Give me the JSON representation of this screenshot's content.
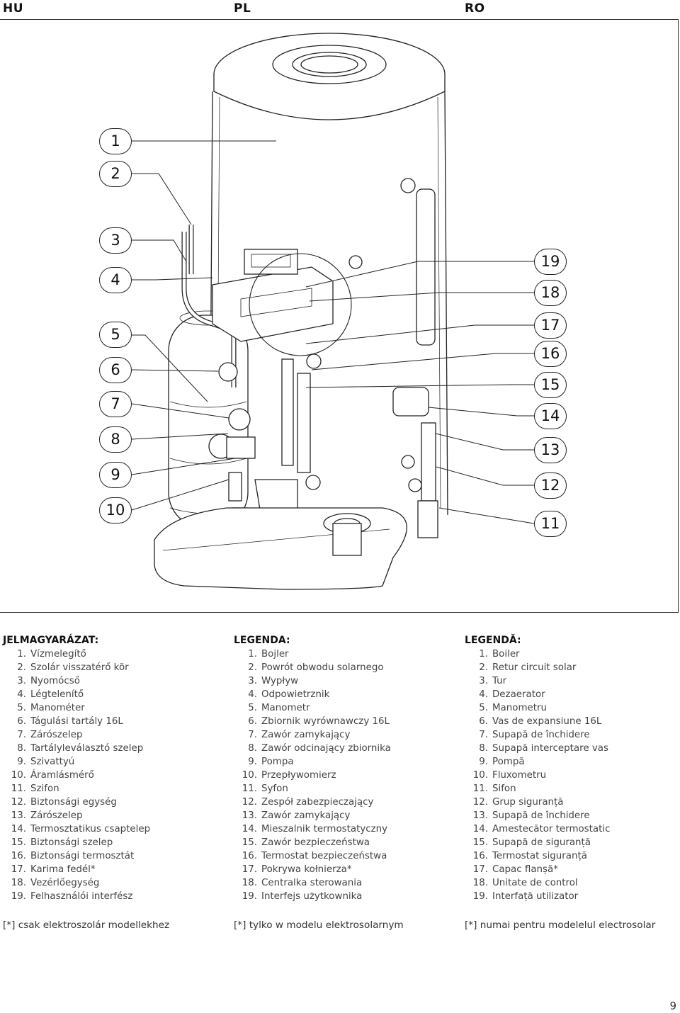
{
  "header": {
    "languages": [
      "HU",
      "PL",
      "RO"
    ]
  },
  "figure": {
    "left_callouts": [
      "1",
      "2",
      "3",
      "4",
      "5",
      "6",
      "7",
      "8",
      "9",
      "10"
    ],
    "right_callouts": [
      "19",
      "18",
      "17",
      "16",
      "15",
      "14",
      "13",
      "12",
      "11"
    ]
  },
  "legends": [
    {
      "title": "JELMAGYARÁZAT:",
      "items": [
        "Vízmelegítő",
        "Szolár visszatérő kör",
        "Nyomócső",
        "Légtelenítő",
        "Manométer",
        "Tágulási tartály 16L",
        "Zárószelep",
        "Tartályleválasztó szelep",
        "Szivattyú",
        "Áramlásmérő",
        "Szifon",
        "Biztonsági egység",
        "Zárószelep",
        "Termosztatikus csaptelep",
        "Biztonsági szelep",
        "Biztonsági termosztát",
        "Karima fedél*",
        "Vezérlőegység",
        "Felhasználói interfész"
      ],
      "footnote": "[*] csak elektroszolár modellekhez"
    },
    {
      "title": "LEGENDA:",
      "items": [
        "Bojler",
        "Powrót obwodu solarnego",
        "Wypływ",
        "Odpowietrznik",
        "Manometr",
        "Zbiornik wyrównawczy 16L",
        "Zawór zamykający",
        "Zawór odcinający zbiornika",
        "Pompa",
        "Przepływomierz",
        "Syfon",
        "Zespół zabezpieczający",
        "Zawór zamykający",
        "Mieszalnik termostatyczny",
        "Zawór bezpieczeństwa",
        "Termostat bezpieczeństwa",
        "Pokrywa kołnierza*",
        "Centralka sterowania",
        "Interfejs użytkownika"
      ],
      "footnote": "[*] tylko w modelu elektrosolarnym"
    },
    {
      "title": "LEGENDĂ:",
      "items": [
        "Boiler",
        "Retur circuit solar",
        "Tur",
        "Dezaerator",
        "Manometru",
        "Vas de expansiune 16L",
        "Supapă de închidere",
        "Supapă interceptare vas",
        "Pompă",
        "Fluxometru",
        "Sifon",
        "Grup siguranță",
        "Supapă de închidere",
        "Amestecător termostatic",
        "Supapă de siguranță",
        "Termostat siguranță",
        "Capac flanșă*",
        "Unitate de control",
        "Interfață utilizator"
      ],
      "footnote": "[*] numai pentru modelelul electrosolar"
    }
  ],
  "page_number": "9"
}
